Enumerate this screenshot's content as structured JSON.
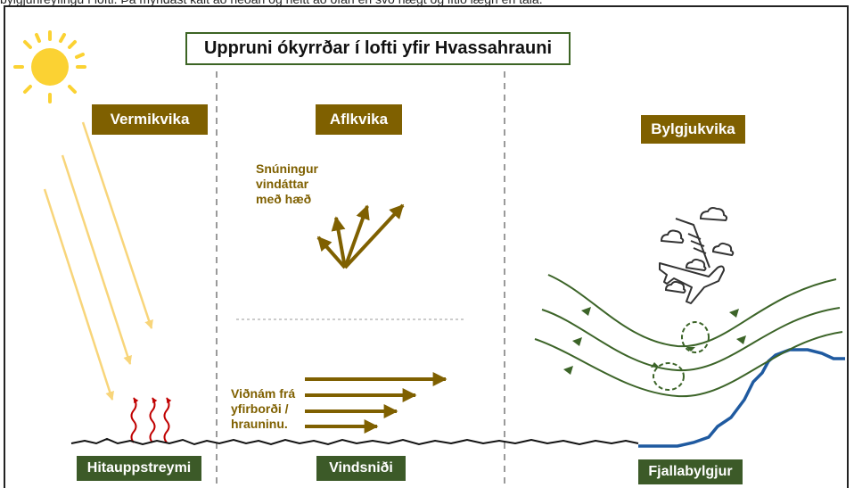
{
  "top_caption": "bylgjuhreyfingu í lofti. Þá myndast kalt að neðan og heitt að ofan en svo hægt og lítið lægri en tala.",
  "title": "Uppruni ókyrrðar í lofti yfir Hvassahrauni",
  "sections": {
    "thermal": {
      "label": "Vermikvika",
      "bottom_label": "Hitauppstreymi"
    },
    "mechanical": {
      "label": "Aflkvika",
      "bottom_label": "Vindsniði",
      "rotation_note": [
        "Snúningur",
        "vindáttar",
        "með hæð"
      ],
      "friction_note": [
        "Viðnám frá",
        "yfirborði /",
        "hrauninu."
      ]
    },
    "wave": {
      "label": "Bylgjukvika",
      "bottom_label": "Fjallabylgjur"
    }
  },
  "colors": {
    "brown_label": "#7f6000",
    "green_label": "#3c5a28",
    "wave_lines": "#3c6428",
    "sun": "#fbd233",
    "sun_rays": "#f8d57a",
    "heat_arrows": "#c00000",
    "mountain": "#1f5aa0",
    "ground": "#111111"
  },
  "icons": [
    "sun-icon",
    "airplane-icon",
    "cloud-icon"
  ]
}
